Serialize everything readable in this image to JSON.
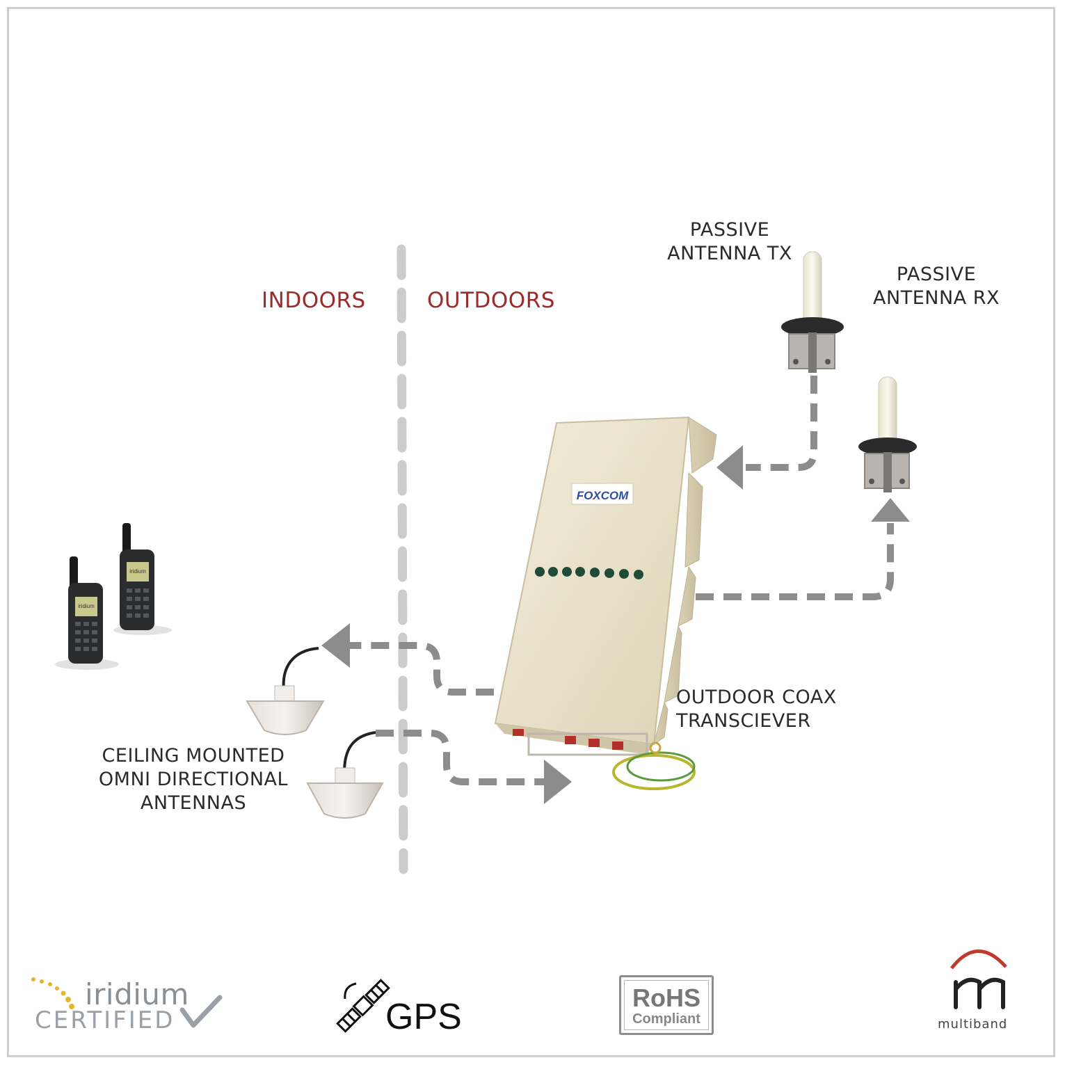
{
  "zones": {
    "indoors": "INDOORS",
    "outdoors": "OUTDOORS"
  },
  "labels": {
    "tx_line1": "PASSIVE",
    "tx_line2": "ANTENNA TX",
    "rx_line1": "PASSIVE",
    "rx_line2": "ANTENNA RX",
    "coax_line1": "OUTDOOR COAX",
    "coax_line2": "TRANSCIEVER",
    "ceiling_line1": "CEILING MOUNTED",
    "ceiling_line2": "OMNI DIRECTIONAL",
    "ceiling_line3": "ANTENNAS"
  },
  "device": {
    "brand": "FOXCOM"
  },
  "phones": {
    "brand": "iridium"
  },
  "logos": {
    "iridium_word": "iridium",
    "iridium_certified": "CERTIFIED",
    "gps": "GPS",
    "rohs_title": "RoHS",
    "rohs_subtitle": "Compliant",
    "multiband_word": "multiband"
  },
  "colors": {
    "zone_label": "#9b2b2b",
    "arrow": "#8c8c8c",
    "divider": "#cccccc",
    "device_body": "#ece4cf",
    "multiband_arc": "#c0392b"
  },
  "icons": [
    "satellite-icon",
    "checkmark-icon",
    "dotted-arc-icon"
  ]
}
